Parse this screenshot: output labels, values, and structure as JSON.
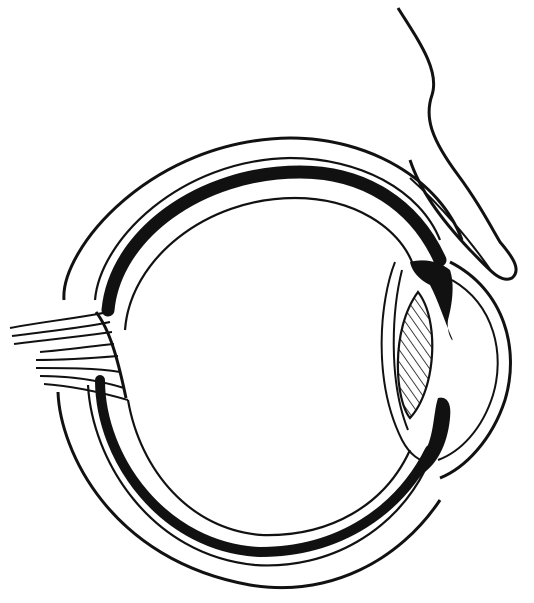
{
  "figure": {
    "ink_color": "#111111",
    "paper_color": "#ffffff",
    "parts": [
      {
        "name": "eyelid",
        "icon": "eyelid-outline"
      },
      {
        "name": "sclera",
        "icon": "sclera-outline"
      },
      {
        "name": "choroid",
        "icon": "dark-band"
      },
      {
        "name": "retina",
        "icon": "inner-outline"
      },
      {
        "name": "lens",
        "icon": "hatched-lens"
      },
      {
        "name": "iris",
        "icon": "iris-segments"
      },
      {
        "name": "cornea",
        "icon": "cornea-arc"
      },
      {
        "name": "optic-nerve",
        "icon": "nerve-bundle"
      }
    ]
  }
}
